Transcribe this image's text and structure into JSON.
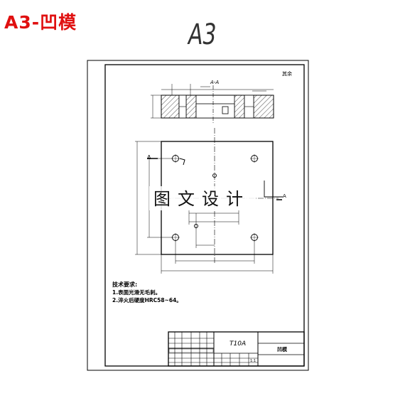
{
  "header": {
    "title": "A3-凹模",
    "sheet_size": "A3"
  },
  "drawing": {
    "section_label": "A-A",
    "roughness_note": "其余",
    "section_mark_left": "A",
    "section_mark_right": "A",
    "watermark": "图文设计"
  },
  "tech_requirements": {
    "heading": "技术要求:",
    "items": [
      "1.表面光滑无毛刺。",
      "2.淬火后硬度HRC58~64。"
    ]
  },
  "title_block": {
    "material": "T10A",
    "part_name": "凹模",
    "sheet_info": "1:1"
  },
  "colors": {
    "title_red": "#e01010",
    "hatch": "#000000"
  }
}
